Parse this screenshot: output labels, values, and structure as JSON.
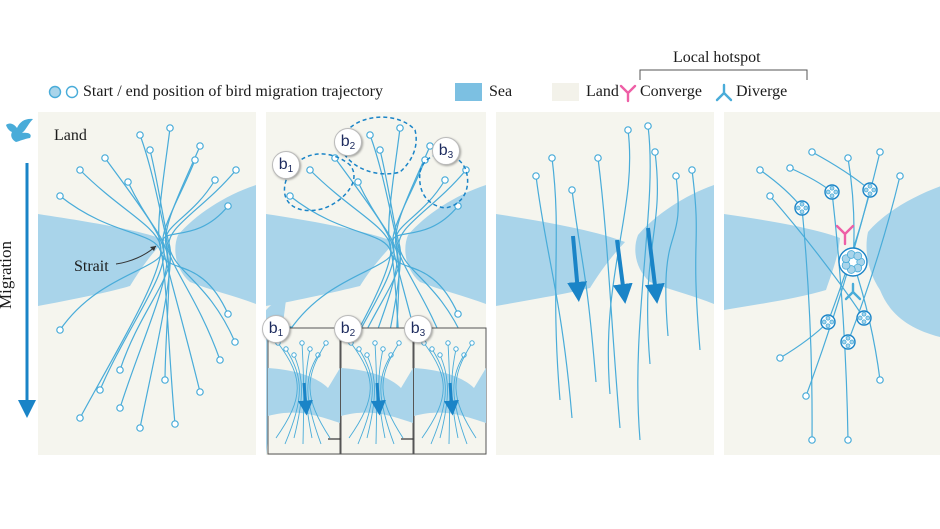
{
  "legend": {
    "start_end": "Start / end position of bird migration trajectory",
    "sea": "Sea",
    "land": "Land",
    "hotspot_title": "Local hotspot",
    "converge": "Converge",
    "diverge": "Diverge"
  },
  "axis": {
    "bird_label": "Land",
    "arrow_label": "Migration"
  },
  "panel1": {
    "strait_label": "Strait"
  },
  "panel2": {
    "regions": [
      "b1",
      "b2",
      "b3"
    ]
  },
  "colors": {
    "sea": "#a9d4ea",
    "land": "#f5f5ee",
    "line": "#49acd9",
    "arrow": "#1a84c7",
    "converge": "#ee5fa6",
    "badge_text": "#1d2b5e"
  }
}
